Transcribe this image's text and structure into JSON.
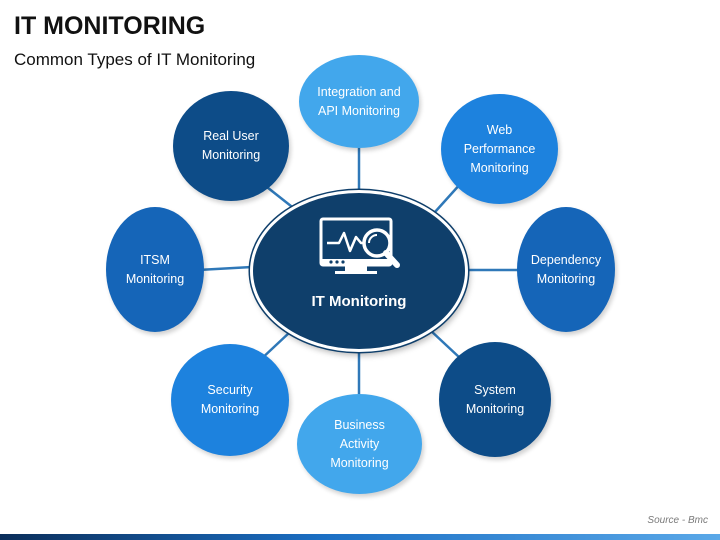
{
  "header": {
    "title": "IT MONITORING",
    "subtitle": "Common Types of IT Monitoring"
  },
  "center": {
    "label": "IT Monitoring",
    "icon": "monitor-search-icon"
  },
  "nodes": [
    {
      "id": "integration-api",
      "label": "Integration and\nAPI Monitoring",
      "color": "#42a7ec"
    },
    {
      "id": "web-performance",
      "label": "Web\nPerformance\nMonitoring",
      "color": "#1d82de"
    },
    {
      "id": "dependency",
      "label": "Dependency\nMonitoring",
      "color": "#1565b8"
    },
    {
      "id": "system",
      "label": "System\nMonitoring",
      "color": "#0d4c88"
    },
    {
      "id": "business-activity",
      "label": "Business\nActivity\nMonitoring",
      "color": "#42a7ec"
    },
    {
      "id": "security",
      "label": "Security\nMonitoring",
      "color": "#1d82de"
    },
    {
      "id": "itsm",
      "label": "ITSM\nMonitoring",
      "color": "#1565b8"
    },
    {
      "id": "real-user",
      "label": "Real User\nMonitoring",
      "color": "#0d4c88"
    }
  ],
  "connector_color": "#2f78b8",
  "footer": {
    "source": "Source - Bmc"
  }
}
